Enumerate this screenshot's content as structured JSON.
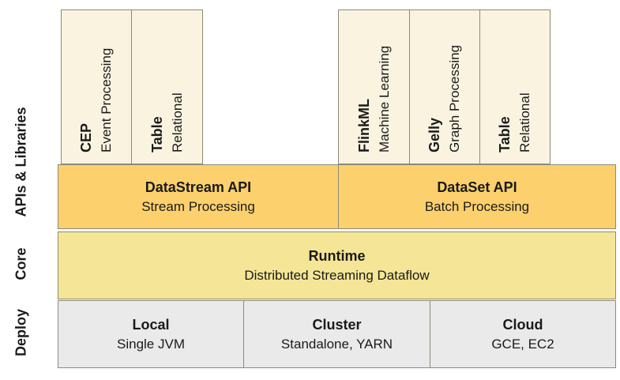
{
  "diagram": {
    "side_labels": {
      "apis_libraries": "APIs & Libraries",
      "core": "Core",
      "deploy": "Deploy"
    },
    "libraries": {
      "stream": [
        {
          "name": "CEP",
          "desc": "Event Processing"
        },
        {
          "name": "Table",
          "desc": "Relational"
        }
      ],
      "batch": [
        {
          "name": "FlinkML",
          "desc": "Machine Learning"
        },
        {
          "name": "Gelly",
          "desc": "Graph Processing"
        },
        {
          "name": "Table",
          "desc": "Relational"
        }
      ]
    },
    "apis": [
      {
        "name": "DataStream API",
        "desc": "Stream Processing"
      },
      {
        "name": "DataSet API",
        "desc": "Batch Processing"
      }
    ],
    "core_layer": {
      "name": "Runtime",
      "desc": "Distributed Streaming Dataflow"
    },
    "deploy_layer": [
      {
        "name": "Local",
        "desc": "Single JVM"
      },
      {
        "name": "Cluster",
        "desc": "Standalone, YARN"
      },
      {
        "name": "Cloud",
        "desc": "GCE, EC2"
      }
    ],
    "colors": {
      "library_bg": "#faf3e0",
      "api_bg": "#fcd06c",
      "core_bg": "#f5e596",
      "deploy_bg": "#eaeaea",
      "border": "#8a8a7c",
      "text": "#1a1a1a"
    }
  }
}
